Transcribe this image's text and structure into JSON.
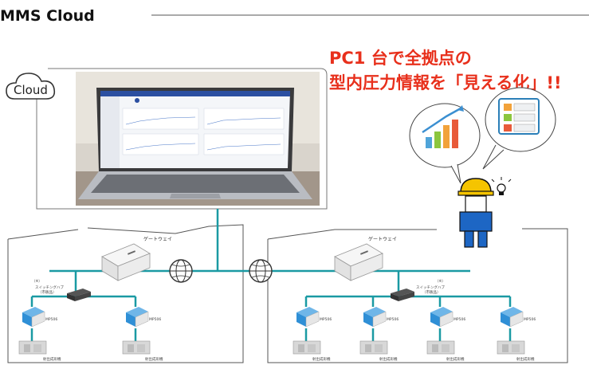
{
  "header": {
    "brand": "MMS Cloud"
  },
  "headline": {
    "line1": "PC1 台で全拠点の",
    "line2": "型内圧力情報を「見える化」!!"
  },
  "cloud_badge": {
    "label": "Cloud"
  },
  "site_left": {
    "gateway_label": "ゲートウェイ",
    "switch_mark": "（※）",
    "switch_label_line1": "スイッチングハブ",
    "switch_label_line2": "（市販品）",
    "devices": [
      {
        "label": "MP506",
        "mold": "射出成形機"
      },
      {
        "label": "MP506",
        "mold": "射出成形機"
      }
    ]
  },
  "site_right": {
    "gateway_label": "ゲートウェイ",
    "switch_mark": "（※）",
    "switch_label_line1": "スイッチングハブ",
    "switch_label_line2": "（市販品）",
    "devices": [
      {
        "label": "MP506",
        "mold": "射出成形機"
      },
      {
        "label": "MP506",
        "mold": "射出成形機"
      },
      {
        "label": "MP506",
        "mold": "射出成形機"
      },
      {
        "label": "MP506",
        "mold": "射出成形機"
      }
    ]
  },
  "colors": {
    "network_line": "#1a9aa3",
    "headline": "#e8301c",
    "device_blue": "#2f8fd6",
    "worker_blue": "#1d66c4",
    "helmet_yellow": "#f5c400"
  }
}
